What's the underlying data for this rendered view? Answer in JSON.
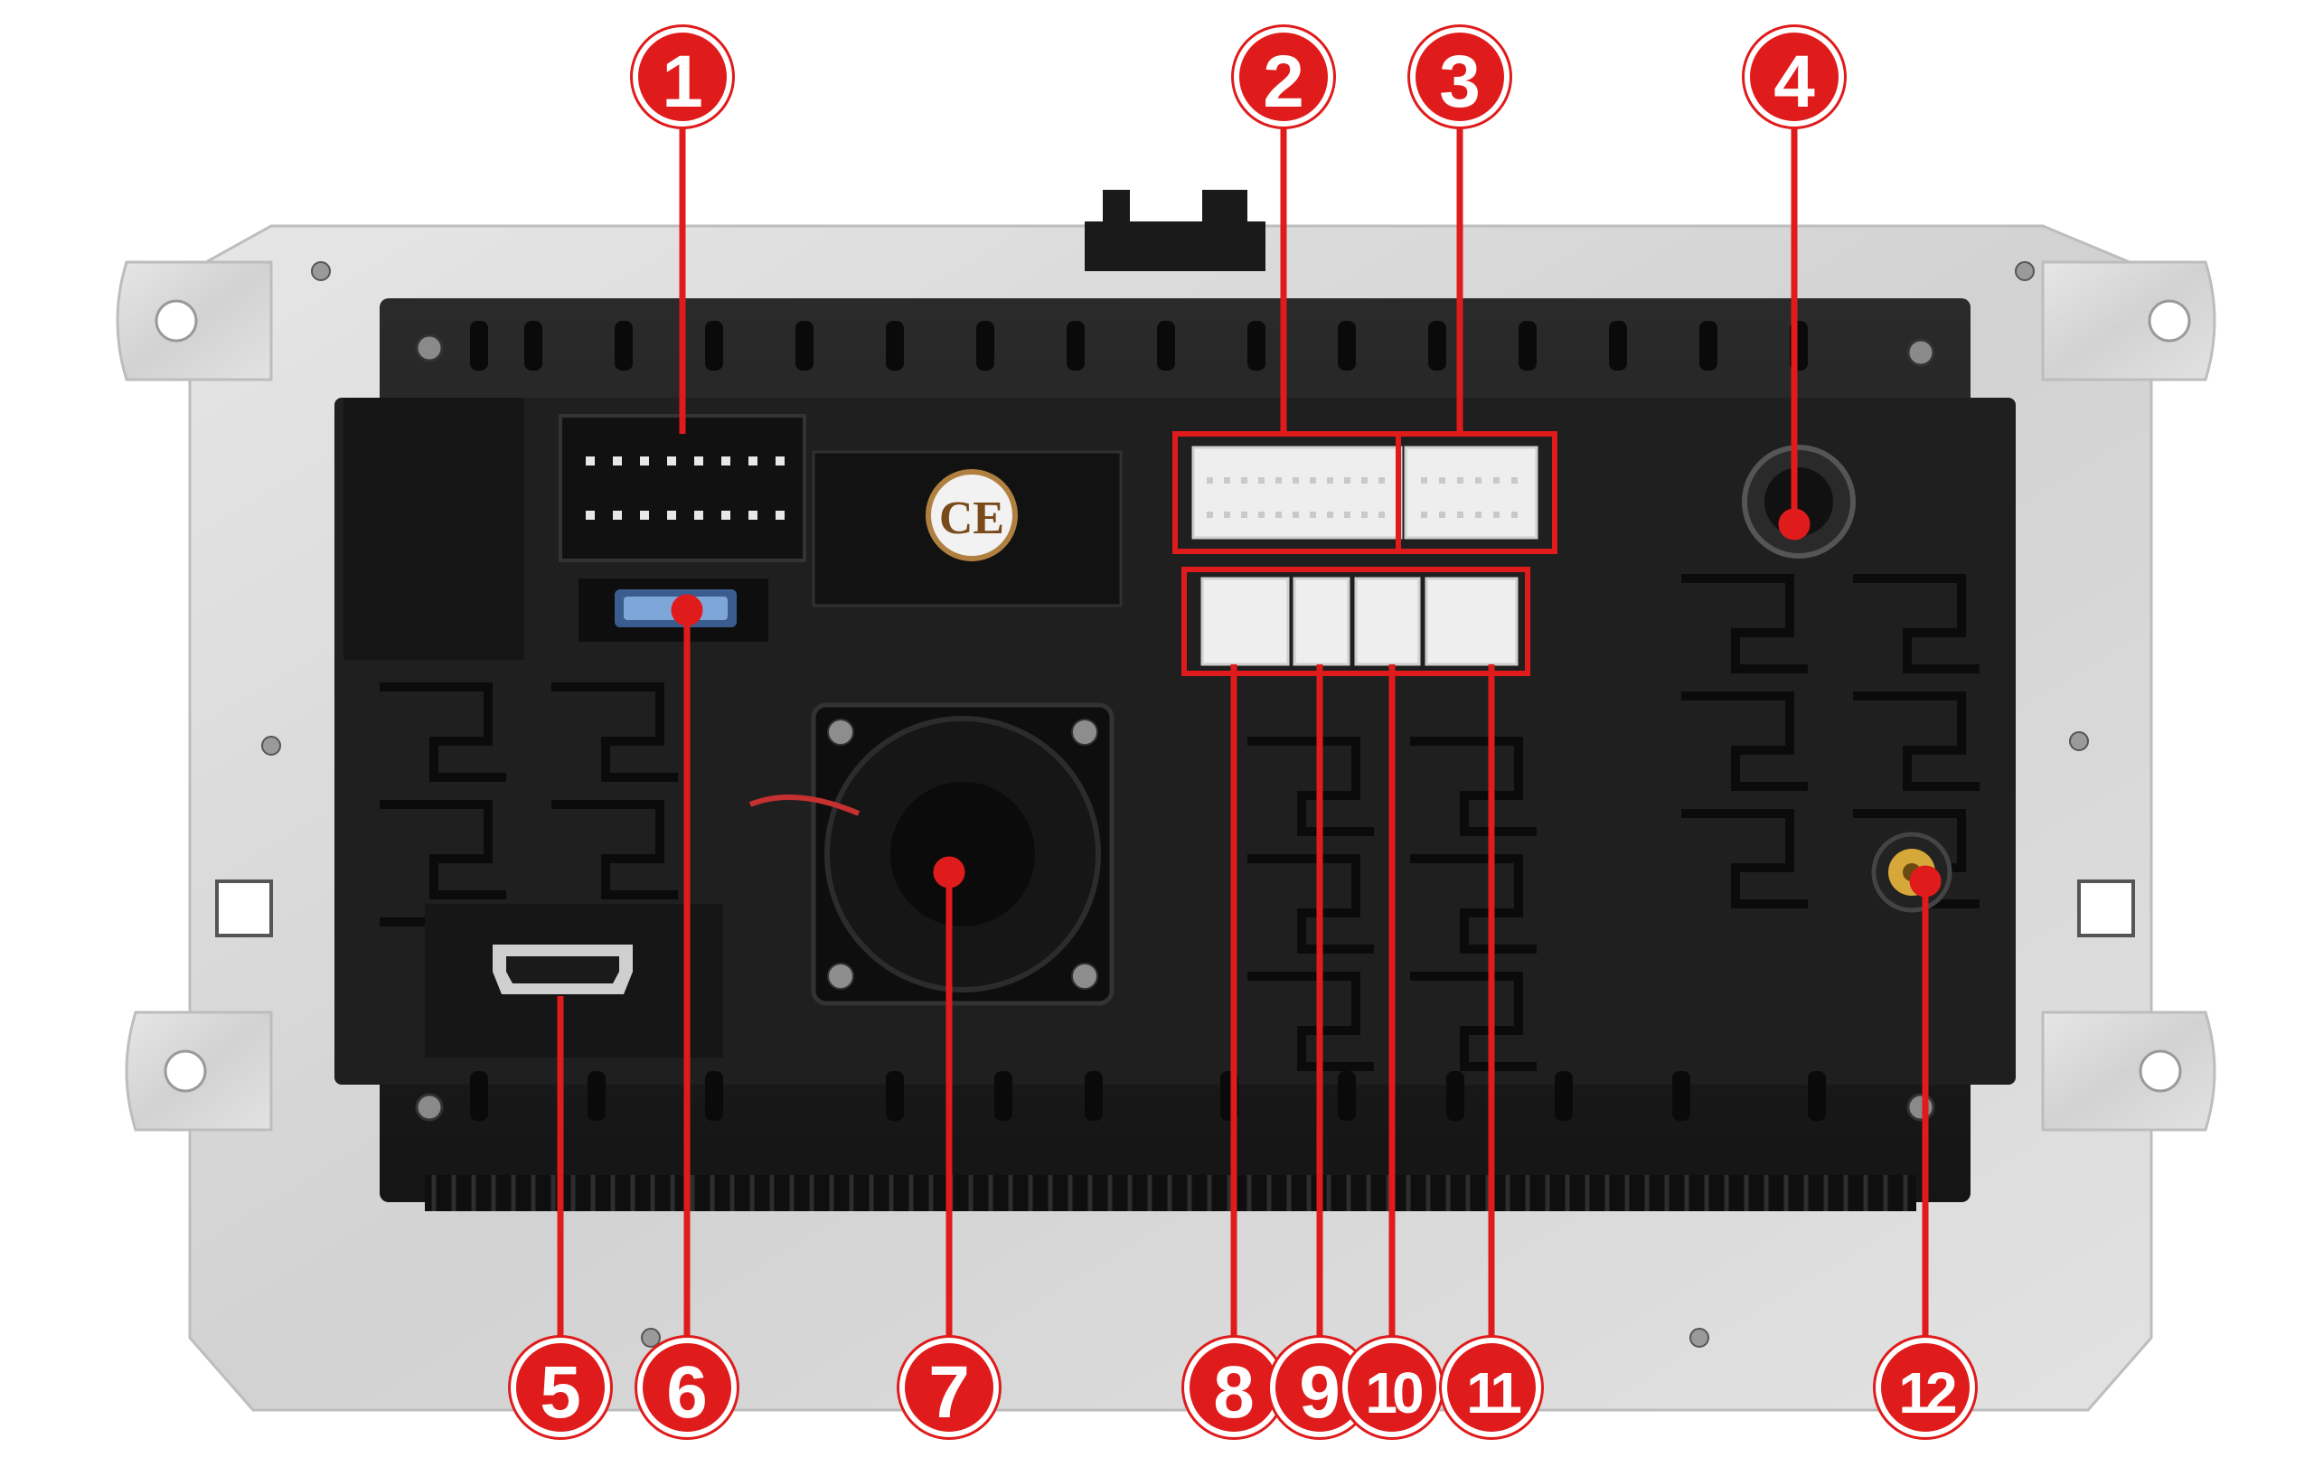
{
  "diagram": {
    "callouts": [
      {
        "id": "1",
        "label": "1",
        "target": "iso-connector"
      },
      {
        "id": "2",
        "label": "2",
        "target": "main-harness-port"
      },
      {
        "id": "3",
        "label": "3",
        "target": "aux-harness-port"
      },
      {
        "id": "4",
        "label": "4",
        "target": "round-din-socket"
      },
      {
        "id": "5",
        "label": "5",
        "target": "hdmi-port"
      },
      {
        "id": "6",
        "label": "6",
        "target": "fuse"
      },
      {
        "id": "7",
        "label": "7",
        "target": "cooling-fan"
      },
      {
        "id": "8",
        "label": "8",
        "target": "port-8"
      },
      {
        "id": "9",
        "label": "9",
        "target": "port-9"
      },
      {
        "id": "10",
        "label": "10",
        "target": "port-10"
      },
      {
        "id": "11",
        "label": "11",
        "target": "port-11"
      },
      {
        "id": "12",
        "label": "12",
        "target": "antenna-socket"
      }
    ],
    "ce_mark": "CE",
    "colors": {
      "callout": "#e01b1b",
      "bracket": "#d9d9d9",
      "chassis": "#1c1c1c",
      "connector": "#efefef"
    }
  }
}
